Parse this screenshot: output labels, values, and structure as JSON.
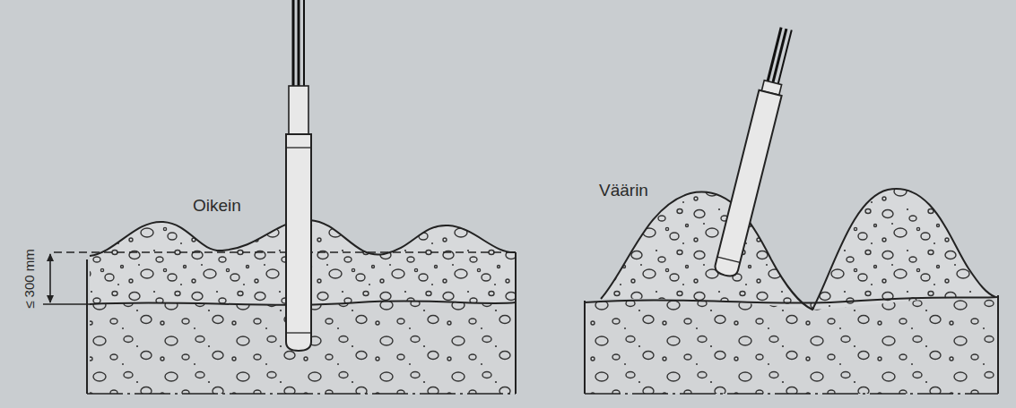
{
  "diagram": {
    "labels": [
      "Oikein",
      "Väärin",
      "≤ 300 mm"
    ]
  }
}
